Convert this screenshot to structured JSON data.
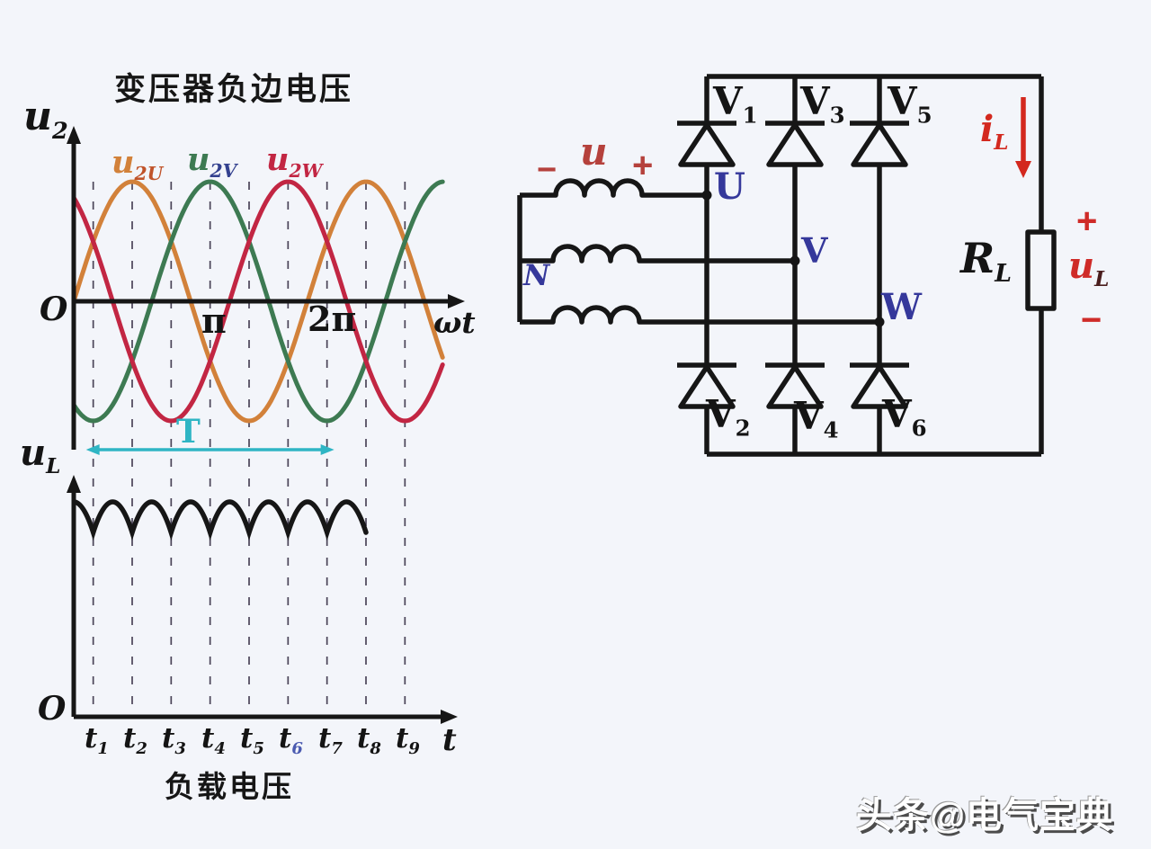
{
  "page": {
    "background": "#f3f5fa",
    "watermark": "头条@电气宝典"
  },
  "waveform_panel": {
    "title": "变压器负边电压",
    "y_axis": {
      "base": "u",
      "sub": "2"
    },
    "origin": "O",
    "tick_pi": "π",
    "tick_2pi": "2π",
    "x_axis": "ωt",
    "period_label": "T",
    "series_labels": [
      {
        "base": "u",
        "sub": "2U"
      },
      {
        "base": "u",
        "sub": "2V"
      },
      {
        "base": "u",
        "sub": "2W"
      }
    ]
  },
  "load_panel": {
    "y_axis": {
      "base": "u",
      "sub": "L"
    },
    "origin": "O",
    "x_axis": "t",
    "title": "负载电压",
    "t_labels": [
      {
        "base": "t",
        "sub": "1"
      },
      {
        "base": "t",
        "sub": "2"
      },
      {
        "base": "t",
        "sub": "3"
      },
      {
        "base": "t",
        "sub": "4"
      },
      {
        "base": "t",
        "sub": "5"
      },
      {
        "base": "t",
        "sub": "6",
        "sub_color": "#4a5ab0"
      },
      {
        "base": "t",
        "sub": "7"
      },
      {
        "base": "t",
        "sub": "8"
      },
      {
        "base": "t",
        "sub": "9"
      }
    ]
  },
  "circuit": {
    "winding_polarity": {
      "minus": "−",
      "voltage": "u",
      "plus": "+"
    },
    "neutral": "N",
    "phases": [
      "U",
      "V",
      "W"
    ],
    "diodes_top": [
      {
        "base": "V",
        "sub": "1"
      },
      {
        "base": "V",
        "sub": "3"
      },
      {
        "base": "V",
        "sub": "5"
      }
    ],
    "diodes_bottom": [
      {
        "base": "V",
        "sub": "2"
      },
      {
        "base": "V",
        "sub": "4"
      },
      {
        "base": "V",
        "sub": "6"
      }
    ],
    "load": {
      "current": {
        "base": "i",
        "sub": "L"
      },
      "resistor": {
        "base": "R",
        "sub": "L"
      },
      "plus": "+",
      "voltage": {
        "base": "u",
        "sub": "L"
      },
      "minus": "−"
    },
    "colors": {
      "wire": "#161616",
      "phase_label": "#35389b",
      "source_label": "#b5413c",
      "current_label": "#d3281e",
      "load_label": "#cf2b28"
    }
  },
  "chart_data": [
    {
      "type": "line",
      "title": "变压器负边电压",
      "xlabel": "ωt",
      "ylabel": "u2",
      "x_ticks": [
        "π",
        "2π"
      ],
      "x_range_deg": [
        0,
        568
      ],
      "amplitude": 1,
      "grid": false,
      "series": [
        {
          "name": "u2U",
          "function": "sin",
          "phase_deg": 0,
          "color": "#d2813a",
          "label_sub_color": "#c0532a"
        },
        {
          "name": "u2V",
          "function": "sin",
          "phase_deg": -120,
          "color": "#3d7a52",
          "label_sub_color": "#33418f"
        },
        {
          "name": "u2W",
          "function": "sin",
          "phase_deg": -240,
          "color": "#c22643",
          "label_sub_color": "#c22643"
        }
      ],
      "t_marks_deg": [
        30,
        90,
        150,
        210,
        270,
        330,
        390,
        450,
        510
      ],
      "period_arrow": {
        "label": "T",
        "from_deg": 30,
        "to_deg": 390,
        "color": "#2fb5c4"
      }
    },
    {
      "type": "line",
      "title": "负载电压",
      "xlabel": "t",
      "ylabel": "uL",
      "description": "六脉波整流输出电压包络",
      "ripple_valleys_deg": [
        -30,
        30,
        90,
        150,
        210,
        270,
        330,
        390,
        450
      ],
      "ripple_peak_level": 1.0,
      "ripple_valley_level": 0.87,
      "x_marks": [
        "t1",
        "t2",
        "t3",
        "t4",
        "t5",
        "t6",
        "t7",
        "t8",
        "t9"
      ]
    }
  ]
}
